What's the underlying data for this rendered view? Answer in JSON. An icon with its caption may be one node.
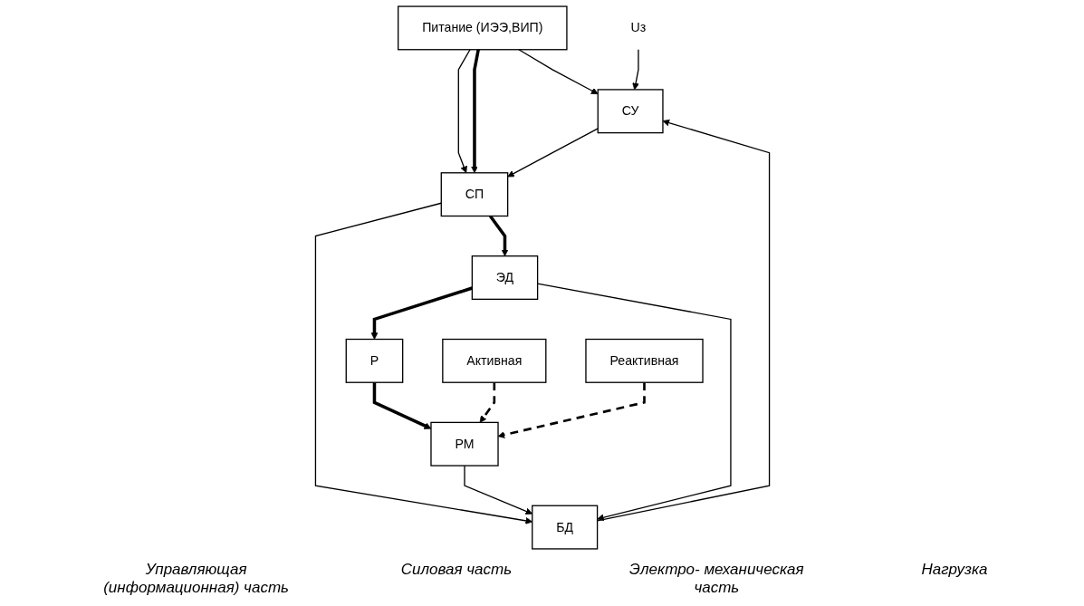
{
  "diagram": {
    "nodes": [
      {
        "text": [
          "Питание (ИЭЭ,ВИП)"
        ]
      },
      {
        "text": [
          "Uз"
        ]
      },
      {
        "text": [
          "СУ"
        ]
      },
      {
        "text": [
          "СП"
        ]
      },
      {
        "text": [
          "ЭД"
        ]
      },
      {
        "text": [
          "Активная"
        ]
      },
      {
        "text": [
          "Р"
        ]
      },
      {
        "text": [
          "Реактивная"
        ]
      },
      {
        "text": [
          "БД"
        ]
      },
      {
        "text": [
          "РМ"
        ]
      }
    ],
    "edges": [
      {
        "from": 0,
        "to": 2,
        "arrow": "to"
      },
      {
        "from": 0,
        "to": 3,
        "arrow": "to"
      },
      {
        "from": 0,
        "to": 3,
        "arrow": "to",
        "style": "thick"
      },
      {
        "from": 1,
        "to": 2,
        "arrow": "to"
      },
      {
        "from": 2,
        "to": 3,
        "arrow": "to"
      },
      {
        "from": 3,
        "to": 4,
        "arrow": "to",
        "style": "thick"
      },
      {
        "from": 4,
        "to": 6,
        "arrow": "to",
        "style": "thick"
      },
      {
        "from": 6,
        "to": 9,
        "arrow": "to",
        "style": "thick"
      },
      {
        "from": 8,
        "to": 2,
        "arrow": "to"
      },
      {
        "from": 3,
        "to": 8,
        "arrow": "to"
      },
      {
        "from": 9,
        "to": 8,
        "arrow": "to"
      },
      {
        "from": 4,
        "to": 8,
        "arrow": "to"
      },
      {
        "from": 5,
        "to": 9,
        "arrow": "to",
        "style": "dashed"
      },
      {
        "from": 7,
        "to": 9,
        "arrow": "to",
        "style": "dashed"
      }
    ],
    "labels": [
      "Управляющая (информационная) часть",
      "Силовая часть",
      "Электро- механическая часть",
      "Нагрузка"
    ]
  }
}
